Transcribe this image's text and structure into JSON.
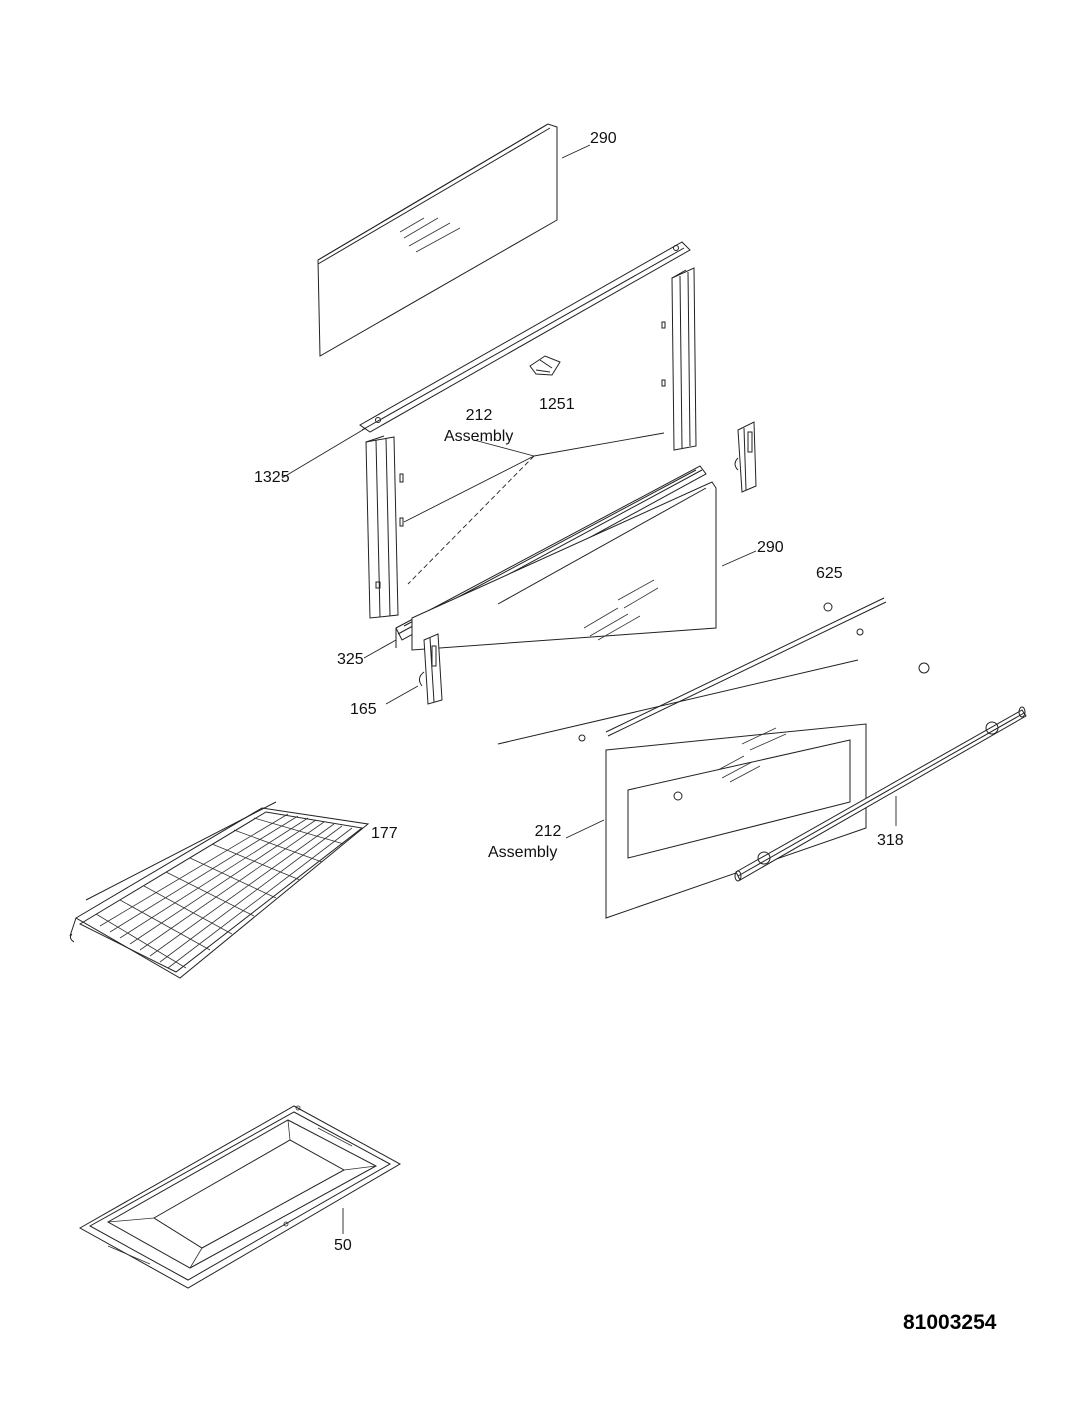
{
  "diagram": {
    "callouts": {
      "c290_top": "290",
      "c1251": "1251",
      "c212_upper_num": "212",
      "c212_upper_word": "Assembly",
      "c1325": "1325",
      "c290_mid": "290",
      "c625": "625",
      "c325": "325",
      "c165": "165",
      "c177": "177",
      "c212_lower_num": "212",
      "c212_lower_word": "Assembly",
      "c318": "318",
      "c50": "50"
    },
    "document_number": "81003254"
  }
}
